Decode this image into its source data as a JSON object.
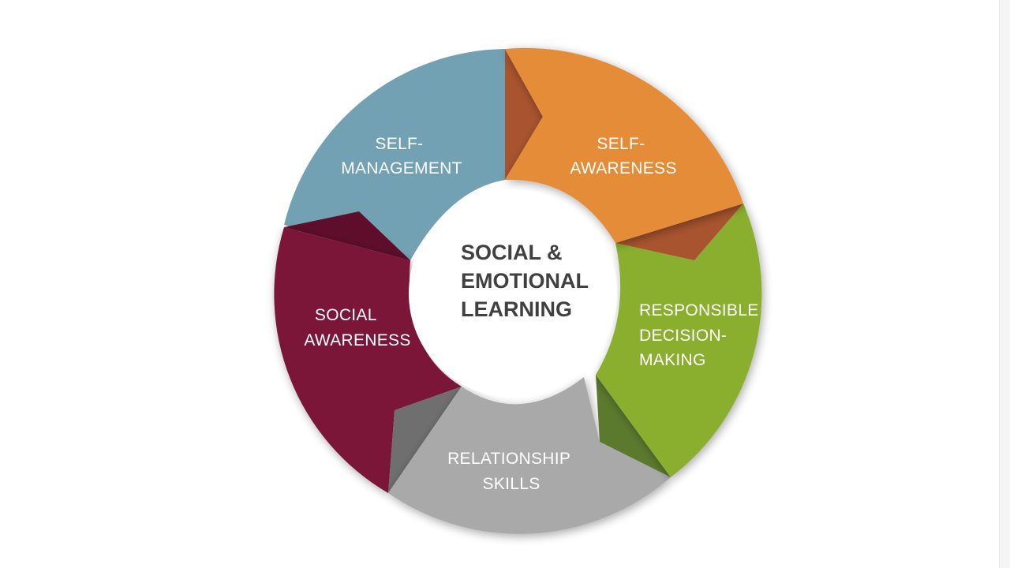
{
  "center": {
    "lines": [
      "SOCIAL &",
      "EMOTIONAL",
      "LEARNING"
    ]
  },
  "segments": [
    {
      "key": "self-awareness",
      "lines": [
        "SELF-",
        "AWARENESS"
      ],
      "color": "#E58C38",
      "shade": "#A8542F"
    },
    {
      "key": "responsible-decision-making",
      "lines": [
        "RESPONSIBLE",
        "DECISION-",
        "MAKING"
      ],
      "color": "#8AAE2E",
      "shade": "#5C7A2E"
    },
    {
      "key": "relationship-skills",
      "lines": [
        "RELATIONSHIP",
        "SKILLS"
      ],
      "color": "#A9A9A9",
      "shade": "#6F6F6F"
    },
    {
      "key": "social-awareness",
      "lines": [
        "SOCIAL",
        "AWARENESS"
      ],
      "color": "#7B1238",
      "shade": "#5E0E2B"
    },
    {
      "key": "self-management",
      "lines": [
        "SELF-",
        "MANAGEMENT"
      ],
      "color": "#72A1B3",
      "shade": "#4F6B79"
    }
  ]
}
